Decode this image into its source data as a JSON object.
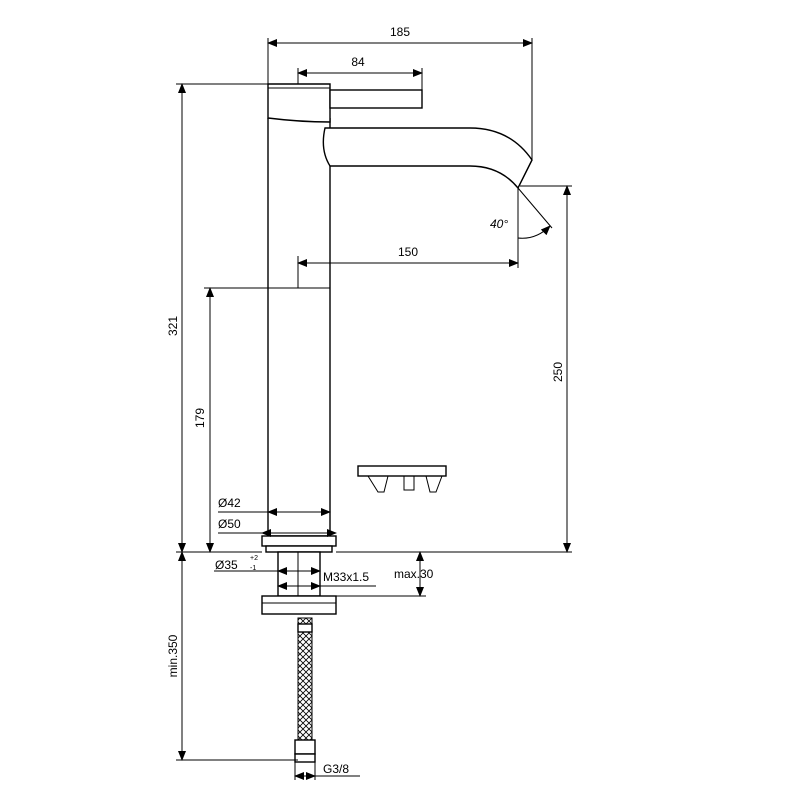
{
  "dimensions": {
    "width_total": "185",
    "lever_length": "84",
    "height_total": "321",
    "spout_reach": "150",
    "body_height": "179",
    "spout_height": "250",
    "spout_angle": "40°",
    "body_diameter": "Ø42",
    "base_diameter": "Ø50",
    "hole_diameter": "Ø35",
    "hole_tol_plus": "+2",
    "hole_tol_minus": "-1",
    "thread": "M33x1.5",
    "max_thickness": "max.30",
    "hose_length": "min.350",
    "connection": "G3/8"
  }
}
